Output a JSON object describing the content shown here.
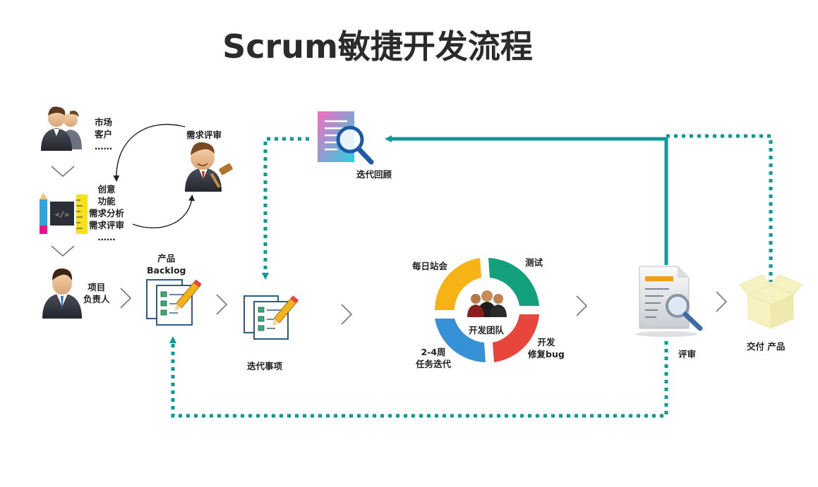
{
  "title": "Scrum敏捷开发流程",
  "labels": {
    "market": [
      "市场",
      "客户",
      "……"
    ],
    "review_req": "需求评审",
    "ideas": [
      "创意",
      "功能",
      "需求分析",
      "需求评审",
      "……"
    ],
    "owner": [
      "项目",
      "负责人"
    ],
    "product_backlog": [
      "产品",
      "Backlog"
    ],
    "iteration_items": "迭代事项",
    "retro": "迭代回顾",
    "daily": "每日站会",
    "test": "测试",
    "team": "开发团队",
    "dev": [
      "开发",
      "修复bug"
    ],
    "sprint": [
      "2-4周",
      "任务迭代"
    ],
    "review": "评审",
    "deliver": "交付 产品"
  },
  "colors": {
    "teal": "#0e9a94",
    "cycle_yellow": "#f5b316",
    "cycle_green": "#13a07c",
    "cycle_red": "#e8453c",
    "cycle_blue": "#3791d6"
  },
  "icons": [
    "users-icon",
    "judge-icon",
    "design-tools-icon",
    "manager-icon",
    "checklist-icon",
    "magnifier-document-icon",
    "report-icon",
    "package-icon",
    "chevron-right-icon",
    "chevron-down-icon"
  ]
}
